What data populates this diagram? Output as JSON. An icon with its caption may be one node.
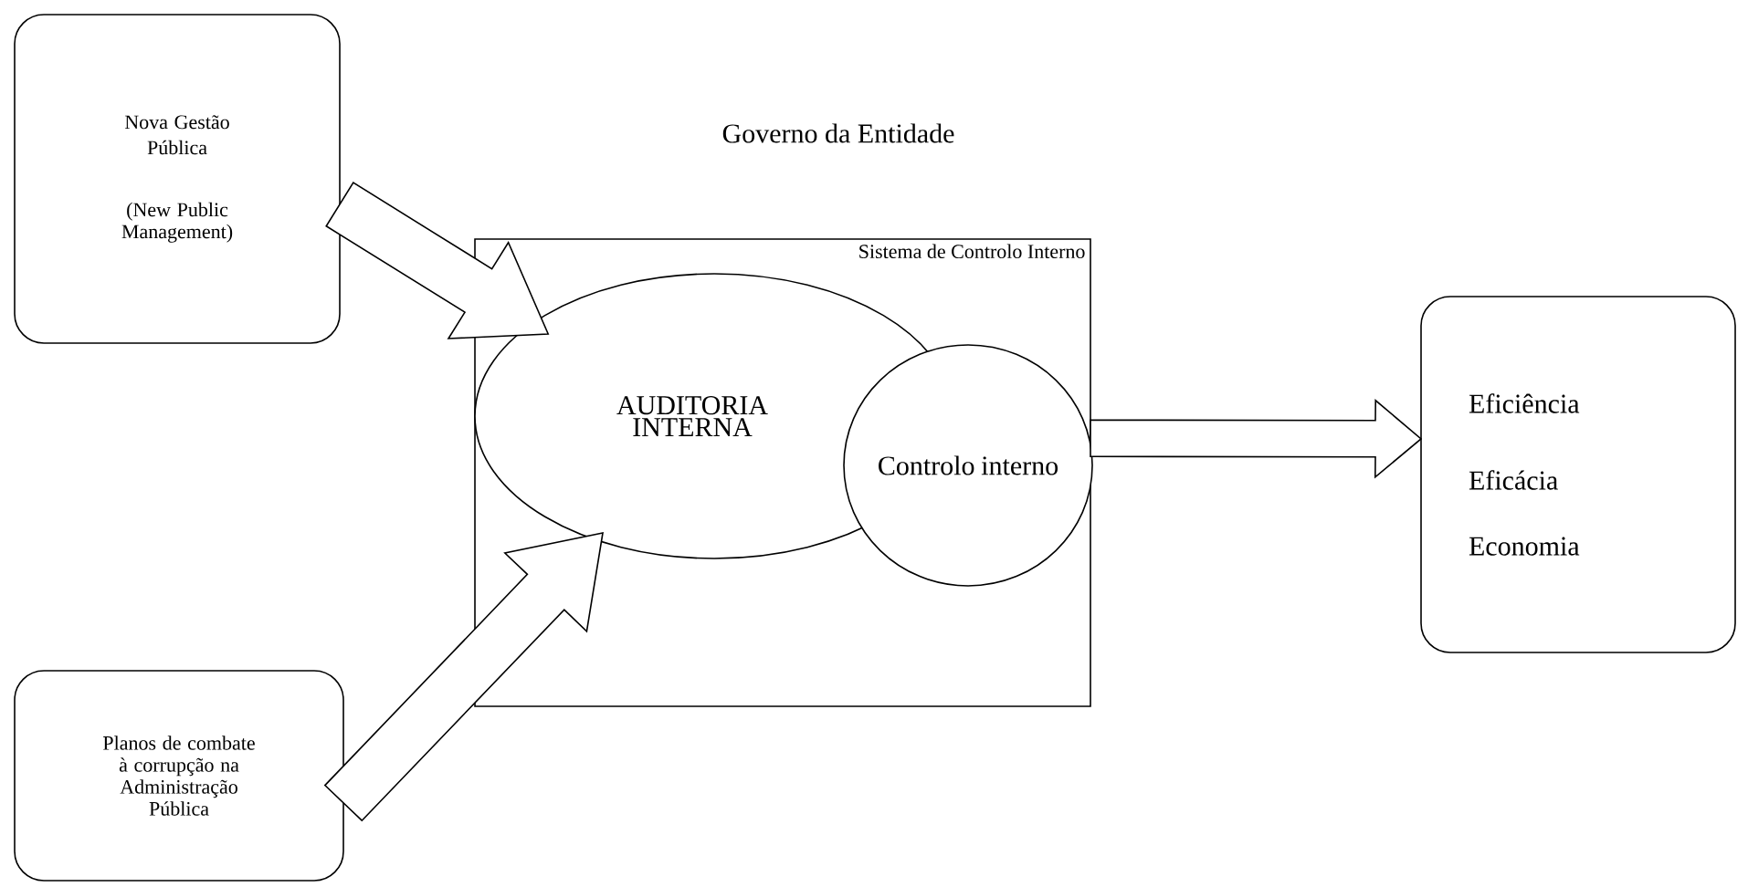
{
  "diagram": {
    "nodes": [
      {
        "text": [
          "Nova Gestão Pública",
          "(New Public Management)"
        ]
      },
      {
        "text": [
          "Sistema de Controlo Interno"
        ]
      },
      {
        "text": [
          "AUDITORIA INTERNA"
        ],
        "in": 1
      },
      {
        "text": [
          "Controlo interno"
        ],
        "in": 1
      },
      {
        "text": [
          "Planos de combate à corrupção na Administração Pública"
        ]
      },
      {
        "text": [
          "Eficiência",
          "Eficácia",
          "Economia"
        ]
      }
    ],
    "edges": [
      {
        "from": 0,
        "to": 1,
        "arrow": "to"
      },
      {
        "from": 4,
        "to": 2,
        "arrow": "to"
      },
      {
        "from": 1,
        "to": 5,
        "arrow": "to"
      }
    ],
    "labels": [
      "Governo da Entidade"
    ]
  }
}
